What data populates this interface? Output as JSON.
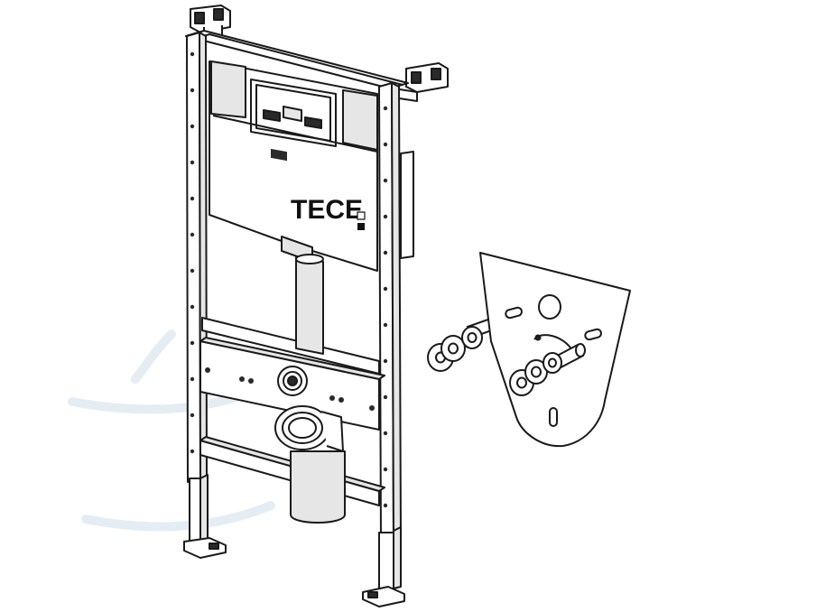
{
  "brand": {
    "logo_text": "TECE"
  },
  "colors": {
    "line": "#1a1a1a",
    "fill_panel": "#ffffff",
    "fill_gray": "#e6e6e6",
    "fill_dark": "#2a2a2a",
    "watermark": "#dfe9f1"
  },
  "components": [
    "mounting-frame",
    "cistern",
    "drain-pipe",
    "washers-and-bolts",
    "sound-insulation-plate"
  ]
}
